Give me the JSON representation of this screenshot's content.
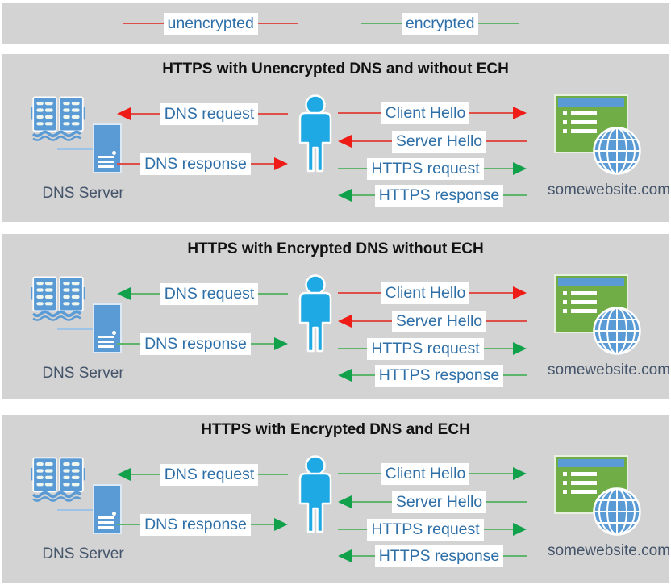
{
  "legend": {
    "items": [
      {
        "label": "unencrypted",
        "encrypted": false
      },
      {
        "label": "encrypted",
        "encrypted": true
      }
    ]
  },
  "colors": {
    "unencrypted_line": "#dd4f48",
    "unencrypted_arrow": "#ee1b17",
    "encrypted_line": "#5fb56b",
    "encrypted_arrow": "#12a14b",
    "panel_bg": "#d3d3d3",
    "icon_blue": "#5b9bd5",
    "person_blue": "#1fa9e4",
    "site_green": "#71ad47",
    "label_text": "#2e6fa8",
    "caption_text": "#44546a"
  },
  "panels": [
    {
      "title": "HTTPS with Unencrypted DNS and without ECH",
      "dns_server_label": "DNS Server",
      "website_label": "somewebsite.com",
      "messages": [
        {
          "label": "DNS request",
          "direction": "left",
          "encrypted": false
        },
        {
          "label": "DNS response",
          "direction": "right",
          "encrypted": false
        },
        {
          "label": "Client Hello",
          "direction": "right",
          "encrypted": false
        },
        {
          "label": "Server Hello",
          "direction": "left",
          "encrypted": false
        },
        {
          "label": "HTTPS request",
          "direction": "right",
          "encrypted": true
        },
        {
          "label": "HTTPS response",
          "direction": "left",
          "encrypted": true
        }
      ]
    },
    {
      "title": "HTTPS with Encrypted DNS without ECH",
      "dns_server_label": "DNS Server",
      "website_label": "somewebsite.com",
      "messages": [
        {
          "label": "DNS request",
          "direction": "left",
          "encrypted": true
        },
        {
          "label": "DNS response",
          "direction": "right",
          "encrypted": true
        },
        {
          "label": "Client Hello",
          "direction": "right",
          "encrypted": false
        },
        {
          "label": "Server Hello",
          "direction": "left",
          "encrypted": false
        },
        {
          "label": "HTTPS request",
          "direction": "right",
          "encrypted": true
        },
        {
          "label": "HTTPS response",
          "direction": "left",
          "encrypted": true
        }
      ]
    },
    {
      "title": "HTTPS with Encrypted DNS and ECH",
      "dns_server_label": "DNS Server",
      "website_label": "somewebsite.com",
      "messages": [
        {
          "label": "DNS request",
          "direction": "left",
          "encrypted": true
        },
        {
          "label": "DNS response",
          "direction": "right",
          "encrypted": true
        },
        {
          "label": "Client Hello",
          "direction": "right",
          "encrypted": true
        },
        {
          "label": "Server Hello",
          "direction": "left",
          "encrypted": true
        },
        {
          "label": "HTTPS request",
          "direction": "right",
          "encrypted": true
        },
        {
          "label": "HTTPS response",
          "direction": "left",
          "encrypted": true
        }
      ]
    }
  ]
}
